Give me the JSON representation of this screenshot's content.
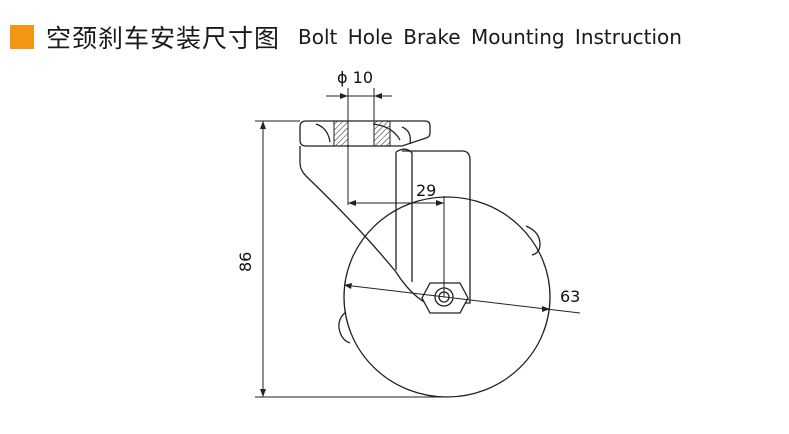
{
  "header": {
    "title_cn": "空颈刹车安装尺寸图",
    "title_en": "Bolt Hole Brake Mounting Instruction",
    "accent_color": "#f29613"
  },
  "dimensions": {
    "bolt_hole": "ϕ 10",
    "offset": "29",
    "height": "86",
    "wheel_diameter": "63"
  }
}
